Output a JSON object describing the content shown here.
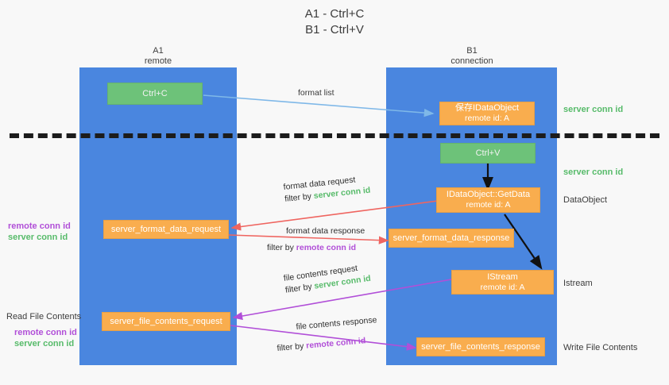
{
  "title": {
    "line1": "A1 - Ctrl+C",
    "line2": "B1 - Ctrl+V"
  },
  "columns": [
    {
      "name": "A1",
      "sub": "remote"
    },
    {
      "name": "B1",
      "sub": "connection"
    }
  ],
  "nodes": {
    "ctrl_c": {
      "label": "Ctrl+C"
    },
    "ctrl_v": {
      "label": "Ctrl+V"
    },
    "save_idataobject": {
      "line1": "保存IDataObject",
      "line2": "remote id: A"
    },
    "getdata": {
      "line1": "IDataObject::GetData",
      "line2": "remote id: A"
    },
    "istream": {
      "line1": "IStream",
      "line2": "remote id: A"
    },
    "server_format_data_request": {
      "label": "server_format_data_request"
    },
    "server_format_data_response": {
      "label": "server_format_data_response"
    },
    "server_file_contents_request": {
      "label": "server_file_contents_request"
    },
    "server_file_contents_response": {
      "label": "server_file_contents_response"
    }
  },
  "edges": {
    "format_list": {
      "text": "format list"
    },
    "format_data_request": {
      "text": "format data request"
    },
    "format_data_request_filter_prefix": {
      "text": "filter by "
    },
    "format_data_request_filter_id": {
      "text": "server conn id"
    },
    "format_data_response": {
      "text": "format data response"
    },
    "format_data_response_filter_prefix": {
      "text": "filter by "
    },
    "format_data_response_filter_id": {
      "text": "remote conn id"
    },
    "file_contents_request": {
      "text": "file contents request"
    },
    "file_contents_request_filter_prefix": {
      "text": "filter by "
    },
    "file_contents_request_filter_id": {
      "text": "server conn id"
    },
    "file_contents_response": {
      "text": "file contents response"
    },
    "file_contents_response_filter_prefix": {
      "text": "filter by "
    },
    "file_contents_response_filter_id": {
      "text": "remote conn id"
    }
  },
  "annotations": {
    "right_server_conn_id_top": "server conn id",
    "right_server_conn_id_mid": "server conn id",
    "right_dataobject": "DataObject",
    "right_istream": "Istream",
    "right_write_file_contents": "Write File Contents",
    "left_remote_conn_id_1": "remote conn id",
    "left_server_conn_id_1": "server conn id",
    "left_read_file_contents": "Read File Contents",
    "left_remote_conn_id_2": "remote conn id",
    "left_server_conn_id_2": "server conn id"
  },
  "colors": {
    "lane": "#4a86df",
    "orange": "#f9ad4e",
    "green_box": "#6dc279",
    "green_text": "#57bb6a",
    "purple_text": "#b14fd8",
    "arrow_blue": "#7fb8e8",
    "arrow_red": "#ef6560",
    "arrow_purple": "#b14fd8",
    "arrow_black": "#111111",
    "background": "#f8f8f8"
  }
}
